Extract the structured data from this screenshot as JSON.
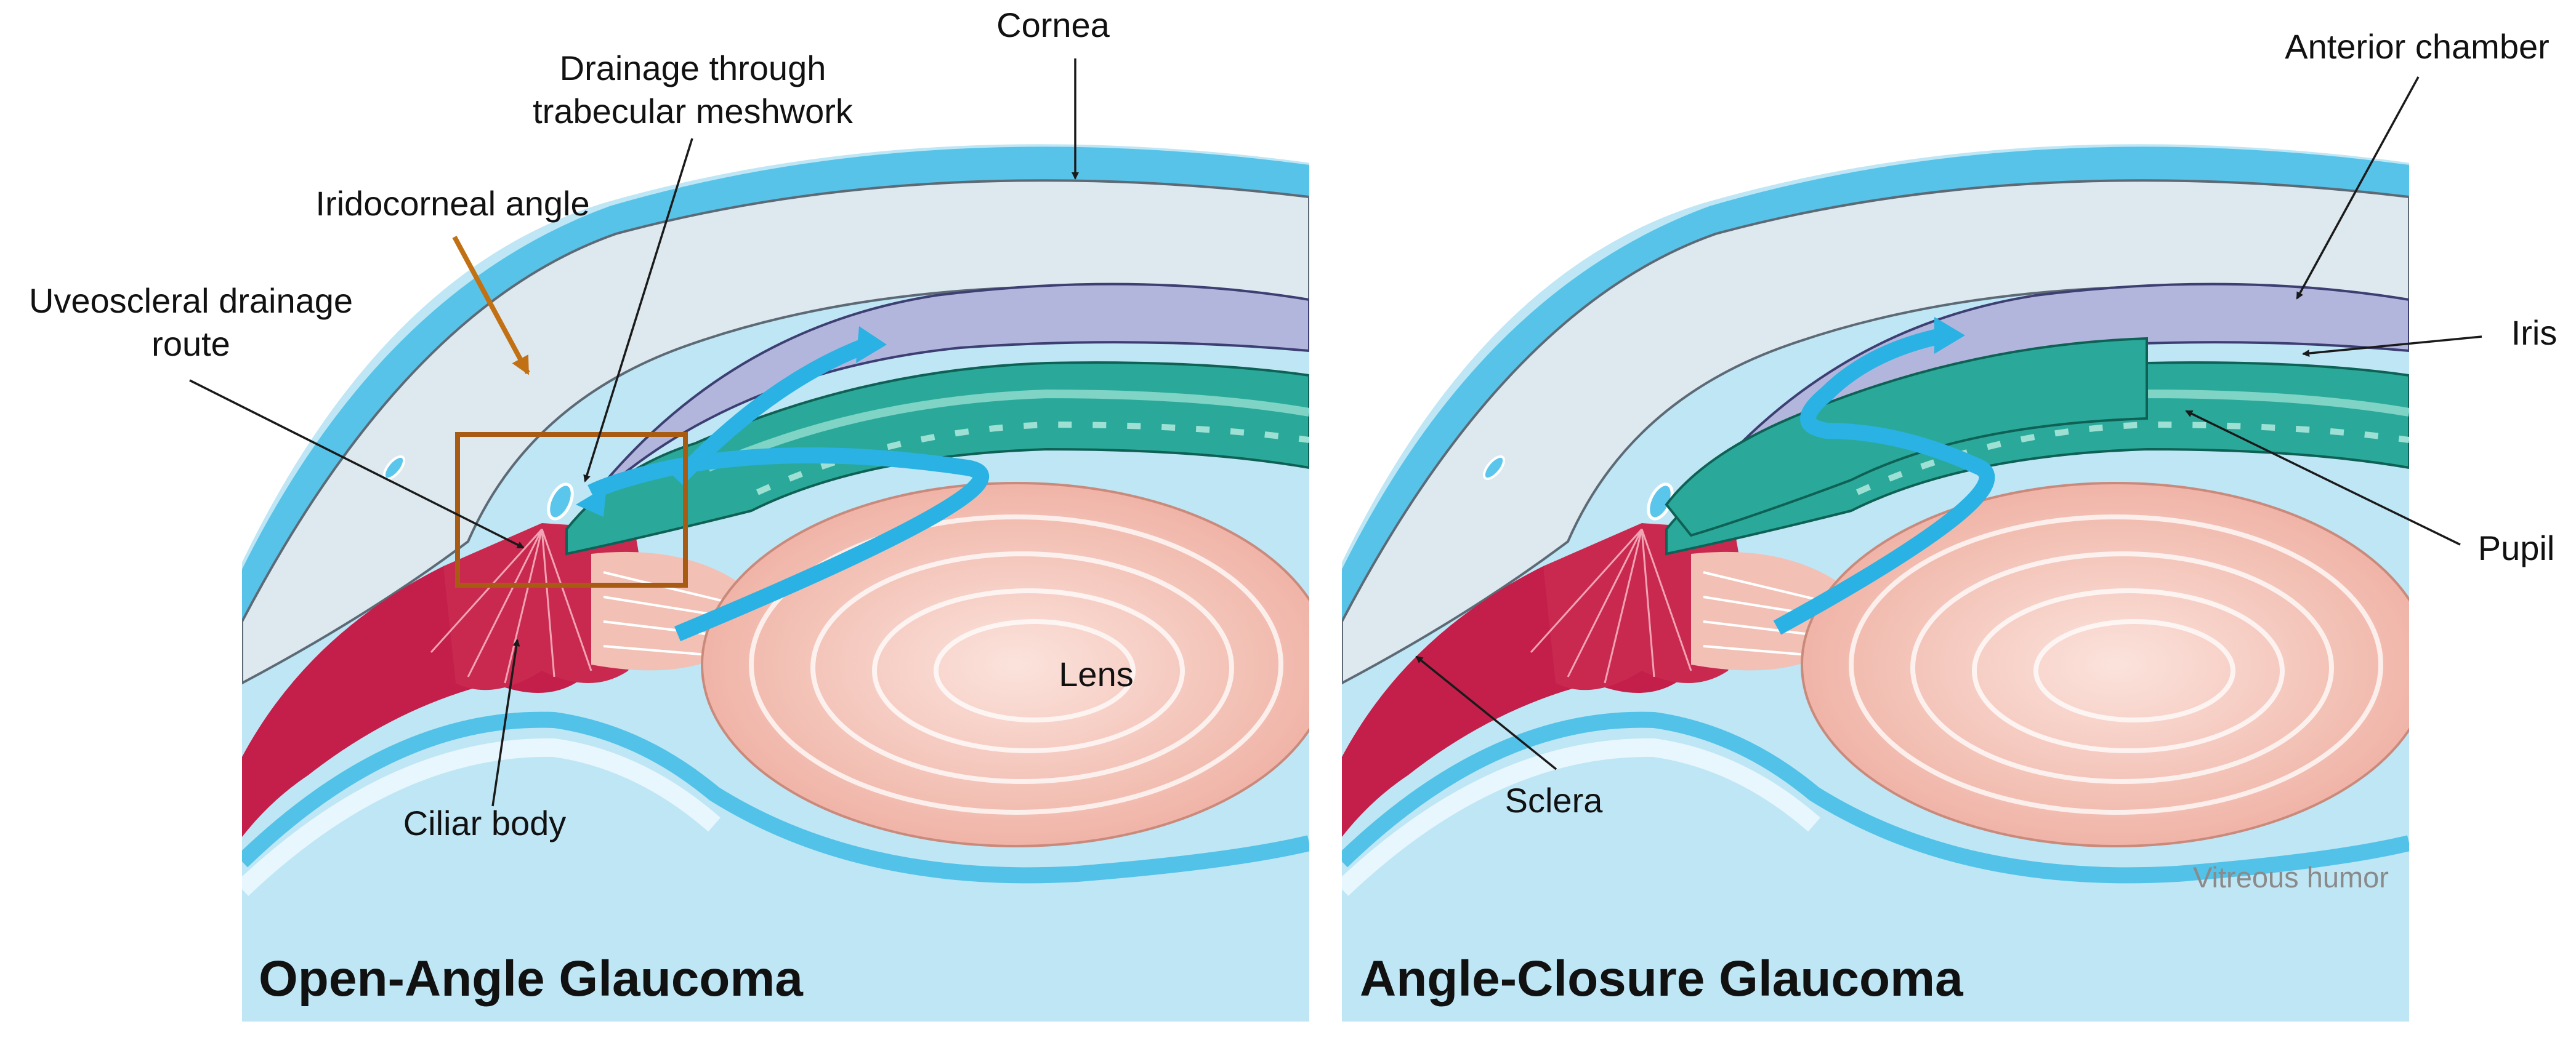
{
  "panels": [
    {
      "title": "Open-Angle Glaucoma"
    },
    {
      "title": "Angle-Closure Glaucoma"
    }
  ],
  "labels": {
    "cornea": "Cornea",
    "drainage_line1": "Drainage through",
    "drainage_line2": "trabecular meshwork",
    "iridocorneal_angle": "Iridocorneal angle",
    "uveoscleral_line1": "Uveoscleral drainage",
    "uveoscleral_line2": "route",
    "lens": "Lens",
    "ciliary_body": "Ciliar body",
    "anterior_chamber": "Anterior chamber",
    "iris": "Iris",
    "pupil": "Pupil",
    "sclera": "Sclera",
    "vitreous_humor": "Vitreous humor"
  },
  "colors": {
    "vitreous": "#bfe6f5",
    "sclera_blue": "#4ec1e8",
    "cornea": "#dde9ef",
    "anterior_chamber": "#b3b6dc",
    "iris": "#2aa99a",
    "lens": "#f3c6bb",
    "ciliary_body": "#c41e4a",
    "flow_arrow": "#29b2e3",
    "highlight_box": "#a85b12",
    "highlight_arrow": "#c27014"
  }
}
